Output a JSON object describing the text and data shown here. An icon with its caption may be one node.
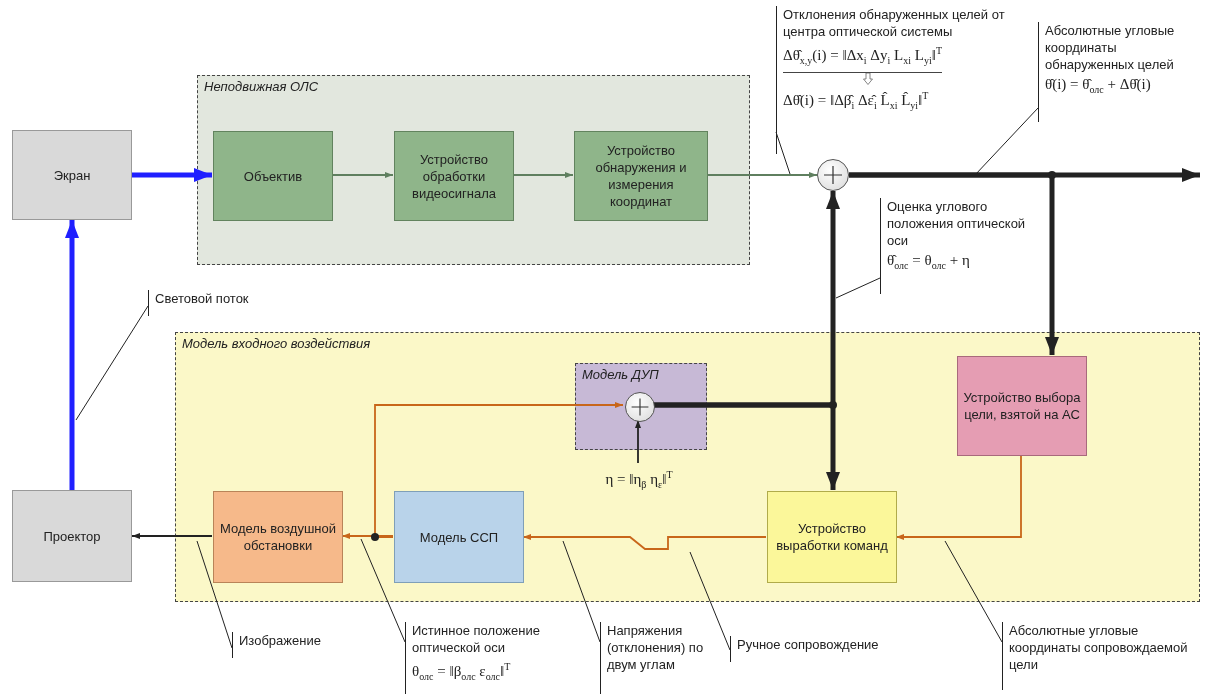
{
  "diagram": {
    "nodes": [
      {
        "text": [
          "Неподвижная ОЛС"
        ]
      },
      {
        "text": [
          "Объектив"
        ],
        "in": 0
      },
      {
        "text": [
          "Устройство обработки видеосигнала"
        ],
        "in": 0
      },
      {
        "text": [
          "Устройство обнаружения и измерения координат"
        ],
        "in": 0
      },
      {
        "text": [
          "Отклонения обнаруженных целей от центра оптической системы",
          "Δθ̂$_{x,y}$(i) = ‖Δx$_{i}$  Δy$_{i}$  L$_{xi}$  L$_{yi}$‖$^{T}$",
          "Δθ̂(i) = ‖Δβ̂$_{i}$  Δε̂$_{i}$  L̂$_{xi}$  L̂$_{yi}$‖$^{T}$"
        ]
      },
      {
        "text": [
          "Абсолютные угловые координаты обнаруженных целей",
          "θ̂(i) = θ̂$_{олс}$ + Δθ̂(i)"
        ]
      },
      {
        "text": [
          "Экран"
        ]
      },
      {
        "text": [],
        "shape": "circle"
      },
      {
        "text": [
          "Оценка углового положения оптической оси",
          "θ̂$_{олс}$ = θ$_{олс}$ + η"
        ]
      },
      {
        "text": [
          "Световой поток"
        ]
      },
      {
        "text": [
          "Модель входного воздействия"
        ]
      },
      {
        "text": [
          "Модель ДУП"
        ],
        "in": 10
      },
      {
        "text": [],
        "shape": "circle",
        "in": 11
      },
      {
        "text": [
          "Устройство выбора цели, взятой на АС"
        ],
        "in": 10
      },
      {
        "text": [
          "η = ‖η$_{β}$ η$_{ε}$‖$^{T}$"
        ],
        "in": 10
      },
      {
        "text": [
          "Проектор"
        ]
      },
      {
        "text": [
          "Модель воздушной обстановки"
        ],
        "in": 10
      },
      {
        "text": [
          "Модель ССП"
        ],
        "in": 10
      },
      {
        "text": [
          "Устройство выработки команд"
        ],
        "in": 10
      },
      {
        "text": [
          "Изображение"
        ]
      },
      {
        "text": [
          "Истинное положение оптической оси",
          "θ$_{олс}$ = ‖β$_{олс}$ ε$_{олс}$‖$^{T}$"
        ]
      },
      {
        "text": [
          "Напряжения (отклонения) по двум углам"
        ]
      },
      {
        "text": [
          "Ручное сопровождение"
        ]
      },
      {
        "text": [
          "Абсолютные угловые координаты сопровождаемой цели"
        ]
      }
    ],
    "edges": [
      {
        "from": 6,
        "to": 1,
        "arrow": "to",
        "style": "thick",
        "color": "#1f1fff"
      },
      {
        "from": 1,
        "to": 2,
        "arrow": "to",
        "color": "#5f7f5f"
      },
      {
        "from": 2,
        "to": 3,
        "arrow": "to",
        "color": "#5f7f5f"
      },
      {
        "from": 3,
        "to": 7,
        "arrow": "to",
        "color": "#5f7f5f"
      },
      {
        "from": 7,
        "to": null,
        "arrow": "to",
        "style": "thick"
      },
      {
        "from": 7,
        "to": 13,
        "arrow": "to",
        "style": "thick"
      },
      {
        "from": 12,
        "to": 7,
        "arrow": "to",
        "style": "thick"
      },
      {
        "from": 12,
        "to": 18,
        "arrow": "to",
        "style": "thick"
      },
      {
        "from": 13,
        "to": 18,
        "arrow": "to",
        "color": "#c8661a"
      },
      {
        "from": 18,
        "to": 17,
        "arrow": "to",
        "color": "#c8661a"
      },
      {
        "from": 17,
        "to": 16,
        "arrow": "to",
        "color": "#c8661a"
      },
      {
        "from": 17,
        "to": 12,
        "arrow": "to",
        "color": "#c8661a"
      },
      {
        "from": 16,
        "to": 15,
        "arrow": "to"
      },
      {
        "from": 15,
        "to": 6,
        "arrow": "to",
        "style": "thick",
        "color": "#1f1fff"
      },
      {
        "from": 14,
        "to": 12,
        "arrow": "to"
      },
      {
        "from": 4,
        "to": null,
        "arrow": "none"
      },
      {
        "from": 5,
        "to": null,
        "arrow": "none"
      },
      {
        "from": 8,
        "to": null,
        "arrow": "none"
      },
      {
        "from": 9,
        "to": null,
        "arrow": "none"
      },
      {
        "from": 19,
        "to": null,
        "arrow": "none"
      },
      {
        "from": 20,
        "to": null,
        "arrow": "none"
      },
      {
        "from": 21,
        "to": null,
        "arrow": "none"
      },
      {
        "from": 22,
        "to": null,
        "arrow": "none"
      },
      {
        "from": 23,
        "to": null,
        "arrow": "none"
      }
    ]
  }
}
